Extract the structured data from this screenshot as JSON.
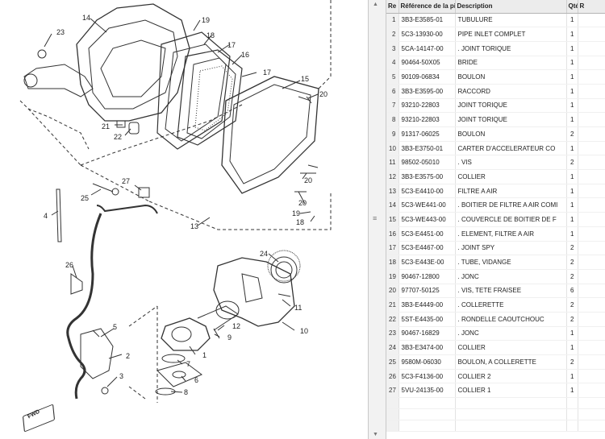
{
  "diagram": {
    "callouts": [
      "14",
      "19",
      "23",
      "18",
      "17",
      "16",
      "17",
      "15",
      "20",
      "21",
      "22",
      "20",
      "27",
      "25",
      "20",
      "4",
      "19",
      "18",
      "13",
      "24",
      "26",
      "11",
      "5",
      "12",
      "9",
      "10",
      "1",
      "2",
      "7",
      "3",
      "6",
      "8"
    ],
    "fwd_label": "FWD"
  },
  "table": {
    "headers": [
      "Re",
      "Référence de la pièce",
      "Description",
      "Qté",
      "R"
    ],
    "rows": [
      {
        "num": "1",
        "ref": "3B3-E3585-01",
        "desc": "TUBULURE",
        "qty": "1"
      },
      {
        "num": "2",
        "ref": "5C3-13930-00",
        "desc": "PIPE INLET COMPLET",
        "qty": "1"
      },
      {
        "num": "3",
        "ref": "5CA-14147-00",
        "desc": ". JOINT TORIQUE",
        "qty": "1"
      },
      {
        "num": "4",
        "ref": "90464-50X05",
        "desc": "BRIDE",
        "qty": "1"
      },
      {
        "num": "5",
        "ref": "90109-06834",
        "desc": "BOULON",
        "qty": "1"
      },
      {
        "num": "6",
        "ref": "3B3-E3595-00",
        "desc": "RACCORD",
        "qty": "1"
      },
      {
        "num": "7",
        "ref": "93210-22803",
        "desc": "JOINT TORIQUE",
        "qty": "1"
      },
      {
        "num": "8",
        "ref": "93210-22803",
        "desc": "JOINT TORIQUE",
        "qty": "1"
      },
      {
        "num": "9",
        "ref": "91317-06025",
        "desc": "BOULON",
        "qty": "2"
      },
      {
        "num": "10",
        "ref": "3B3-E3750-01",
        "desc": "CARTER D'ACCELERATEUR CO",
        "qty": "1"
      },
      {
        "num": "11",
        "ref": "98502-05010",
        "desc": ". VIS",
        "qty": "2"
      },
      {
        "num": "12",
        "ref": "3B3-E3575-00",
        "desc": "COLLIER",
        "qty": "1"
      },
      {
        "num": "13",
        "ref": "5C3-E4410-00",
        "desc": "FILTRE A AIR",
        "qty": "1"
      },
      {
        "num": "14",
        "ref": "5C3-WE441-00",
        "desc": ". BOITIER DE FILTRE A AIR COMI",
        "qty": "1"
      },
      {
        "num": "15",
        "ref": "5C3-WE443-00",
        "desc": ". COUVERCLE DE BOITIER DE F",
        "qty": "1"
      },
      {
        "num": "16",
        "ref": "5C3-E4451-00",
        "desc": ". ELEMENT, FILTRE A AIR",
        "qty": "1"
      },
      {
        "num": "17",
        "ref": "5C3-E4467-00",
        "desc": ". JOINT SPY",
        "qty": "2"
      },
      {
        "num": "18",
        "ref": "5C3-E443E-00",
        "desc": ". TUBE, VIDANGE",
        "qty": "2"
      },
      {
        "num": "19",
        "ref": "90467-12800",
        "desc": ". JONC",
        "qty": "2"
      },
      {
        "num": "20",
        "ref": "97707-50125",
        "desc": ". VIS, TETE FRAISEE",
        "qty": "6"
      },
      {
        "num": "21",
        "ref": "3B3-E4449-00",
        "desc": ". COLLERETTE",
        "qty": "2"
      },
      {
        "num": "22",
        "ref": "5ST-E4435-00",
        "desc": ". RONDELLE CAOUTCHOUC",
        "qty": "2"
      },
      {
        "num": "23",
        "ref": "90467-16829",
        "desc": ". JONC",
        "qty": "1"
      },
      {
        "num": "24",
        "ref": "3B3-E3474-00",
        "desc": "COLLIER",
        "qty": "1"
      },
      {
        "num": "25",
        "ref": "9580M-06030",
        "desc": "BOULON, A COLLERETTE",
        "qty": "2"
      },
      {
        "num": "26",
        "ref": "5C3-F4136-00",
        "desc": "COLLIER 2",
        "qty": "1"
      },
      {
        "num": "27",
        "ref": "5VU-24135-00",
        "desc": "COLLIER 1",
        "qty": "1"
      }
    ]
  },
  "splitter": {
    "grip": "≡"
  }
}
